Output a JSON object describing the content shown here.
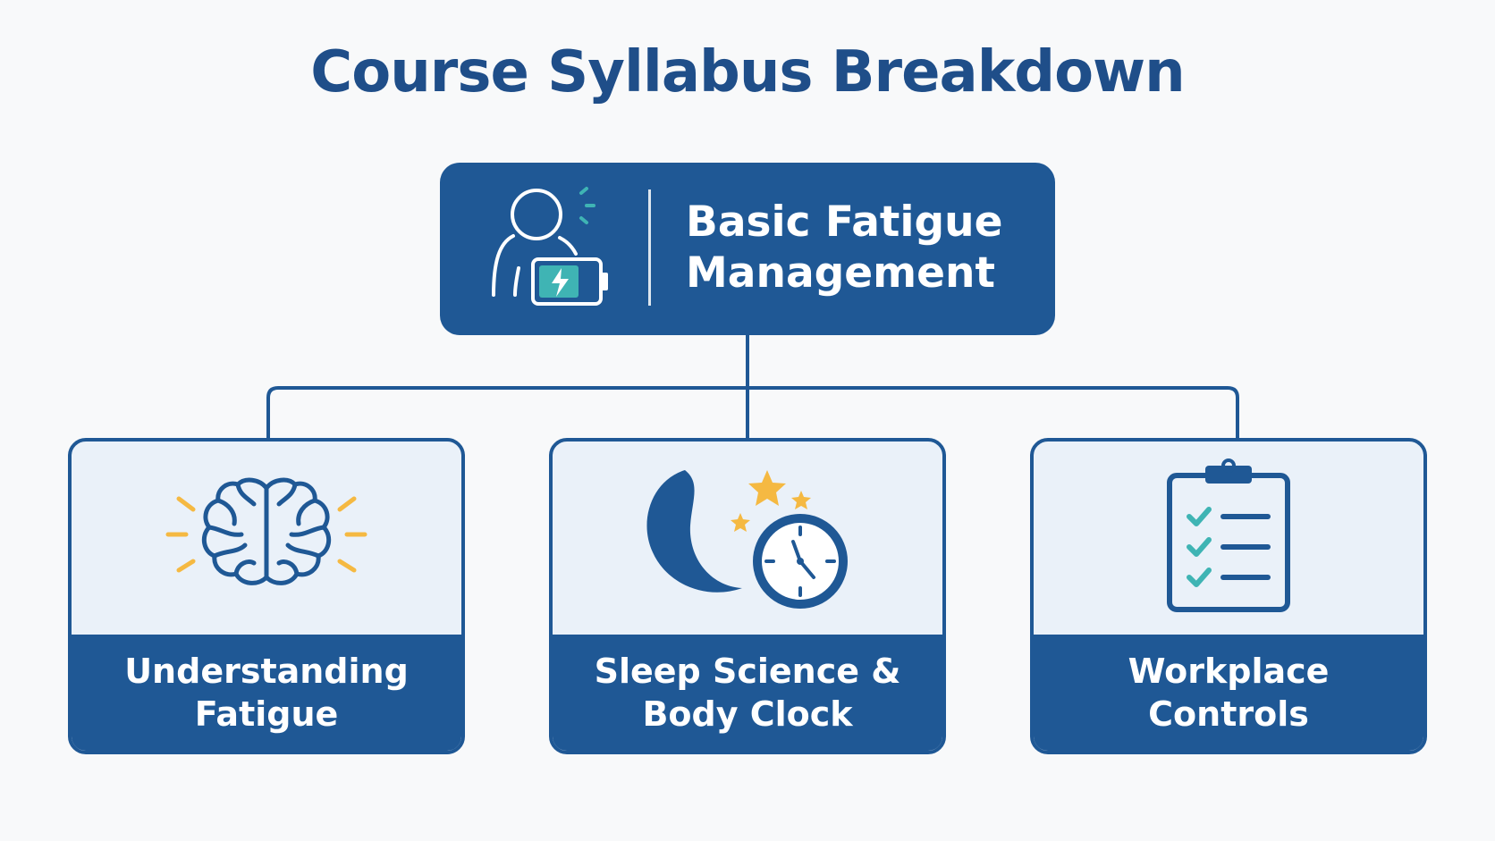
{
  "title": "Course Syllabus Breakdown",
  "root": {
    "label_line1": "Basic Fatigue",
    "label_line2": "Management",
    "icon": "person-battery-icon"
  },
  "modules": [
    {
      "label_line1": "Understanding",
      "label_line2": "Fatigue",
      "icon": "brain-icon"
    },
    {
      "label_line1": "Sleep Science &",
      "label_line2": "Body Clock",
      "icon": "moon-clock-icon"
    },
    {
      "label_line1": "Workplace",
      "label_line2": "Controls",
      "icon": "checklist-clipboard-icon"
    }
  ],
  "colors": {
    "primary": "#1f5895",
    "title": "#1f4e89",
    "card_bg": "#eaf1f9",
    "accent_teal": "#3fb4b4",
    "accent_yellow": "#f5b942",
    "background": "#f8f9fa"
  }
}
